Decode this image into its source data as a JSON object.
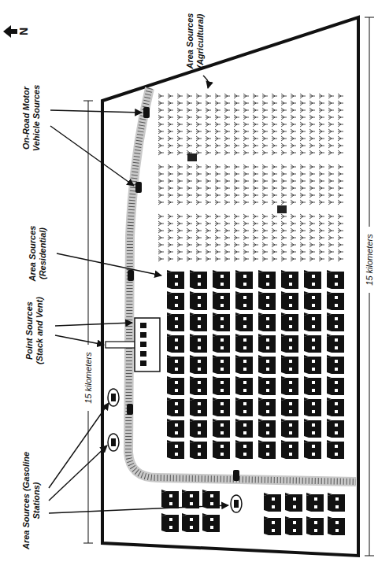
{
  "diagram": {
    "labels": [
      "N",
      "Area Sources (Agricultural)",
      "On-Road Motor Vehicle Sources",
      "Area Sources (Residential)",
      "Point Sources (Stack and Vent)",
      "Area Sources (Gasoline Stations)",
      "15 kilometers",
      "15 kilometers"
    ]
  }
}
